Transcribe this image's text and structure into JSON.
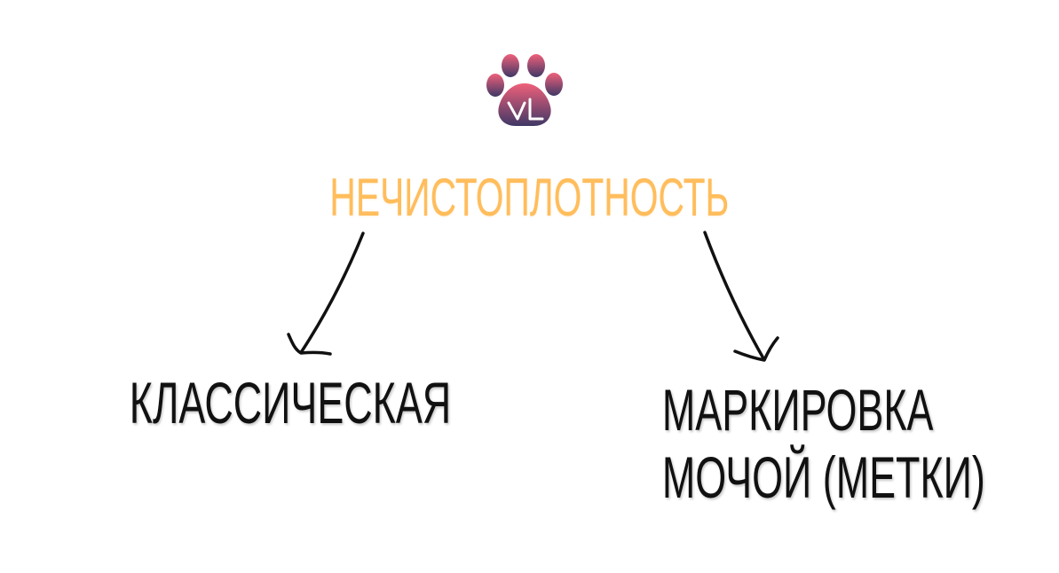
{
  "logo": {
    "text": "VL",
    "icon": "paw-icon",
    "gradient_top": "#f0607a",
    "gradient_bottom": "#3f3866"
  },
  "diagram": {
    "root": "НЕЧИСТОПЛОТНОСТЬ",
    "children": [
      {
        "lines": [
          "КЛАССИЧЕСКАЯ"
        ]
      },
      {
        "lines": [
          "МАРКИРОВКА",
          "МОЧОЙ (МЕТКИ)"
        ]
      }
    ]
  },
  "colors": {
    "root_text": "#ffbd5c",
    "child_text": "#111111",
    "arrow": "#111111",
    "background": "#ffffff"
  }
}
